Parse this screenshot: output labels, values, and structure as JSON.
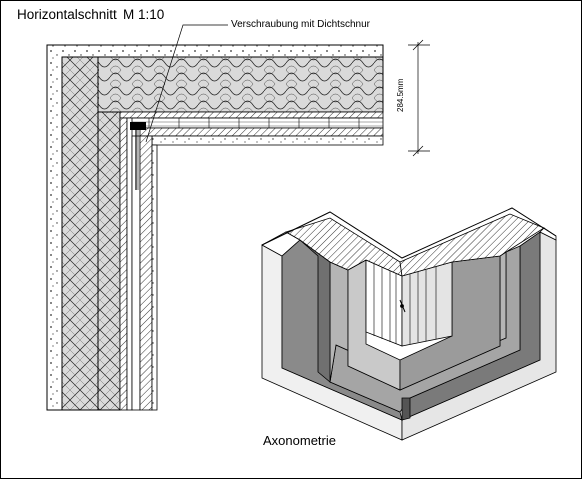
{
  "drawing": {
    "title": "Horizontalschnitt",
    "scale": "M 1:10",
    "annotation": "Verschraubung mit Dichtschnur",
    "dimension": "284.5mm",
    "axonometry_label": "Axonometrie"
  },
  "colors": {
    "line": "#000000",
    "insulation_fill": "#d9d9d9",
    "dark_gray": "#6e6e6e",
    "mid_gray": "#8f8f8f",
    "light_gray": "#c8c8c8",
    "plaster": "#ffffff"
  }
}
